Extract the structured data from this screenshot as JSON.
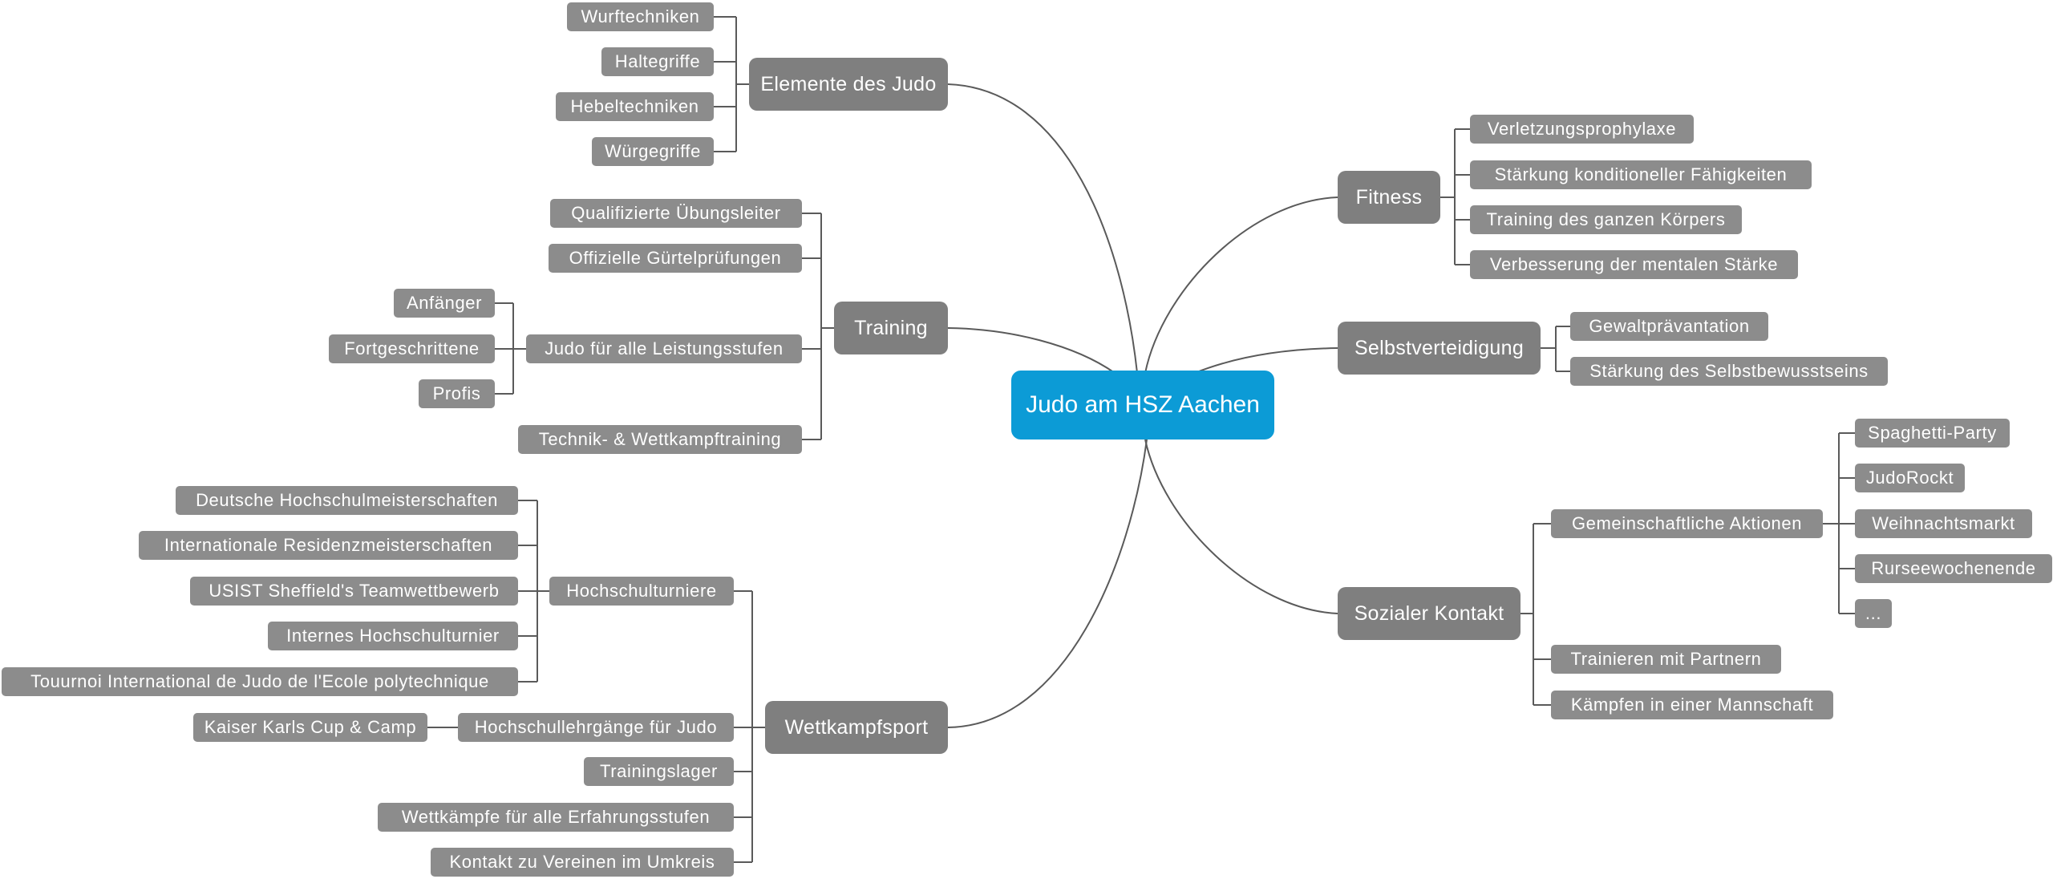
{
  "colors": {
    "root": "#0c9bd6",
    "branch": "#7f7f7f",
    "leaf": "#8c8c8c",
    "connector": "#5a5a5a"
  },
  "root": {
    "label": "Judo am HSZ Aachen"
  },
  "branches": {
    "elemente": {
      "label": "Elemente des Judo",
      "children": [
        "Wurftechniken",
        "Haltegriffe",
        "Hebeltechniken",
        "Würgegriffe"
      ]
    },
    "training": {
      "label": "Training",
      "children": [
        "Qualifizierte Übungsleiter",
        "Offizielle Gürtelprüfungen",
        "Judo für alle Leistungsstufen",
        "Technik- & Wettkampftraining"
      ],
      "levels": [
        "Anfänger",
        "Fortgeschrittene",
        "Profis"
      ]
    },
    "wettkampf": {
      "label": "Wettkampfsport",
      "children": [
        "Hochschulturniere",
        "Hochschullehrgänge für Judo",
        "Trainingslager",
        "Wettkämpfe für alle Erfahrungsstufen",
        "Kontakt zu Vereinen im Umkreis"
      ],
      "turniere": [
        "Deutsche Hochschulmeisterschaften",
        "Internationale Residenzmeisterschaften",
        "USIST Sheffield's Teamwettbewerb",
        "Internes Hochschulturnier",
        "Touurnoi International de Judo de l'Ecole polytechnique"
      ],
      "lehrgaenge": [
        "Kaiser Karls Cup & Camp"
      ]
    },
    "fitness": {
      "label": "Fitness",
      "children": [
        "Verletzungsprophylaxe",
        "Stärkung konditioneller Fähigkeiten",
        "Training des ganzen Körpers",
        "Verbesserung der mentalen Stärke"
      ]
    },
    "selbst": {
      "label": "Selbstverteidigung",
      "children": [
        "Gewaltprävantation",
        "Stärkung des Selbstbewusstseins"
      ]
    },
    "sozial": {
      "label": "Sozialer Kontakt",
      "children": [
        "Gemeinschaftliche Aktionen",
        "Trainieren mit Partnern",
        "Kämpfen in einer Mannschaft"
      ],
      "aktionen": [
        "Spaghetti-Party",
        "JudoRockt",
        "Weihnachtsmarkt",
        "Rurseewochenende",
        "..."
      ]
    }
  }
}
